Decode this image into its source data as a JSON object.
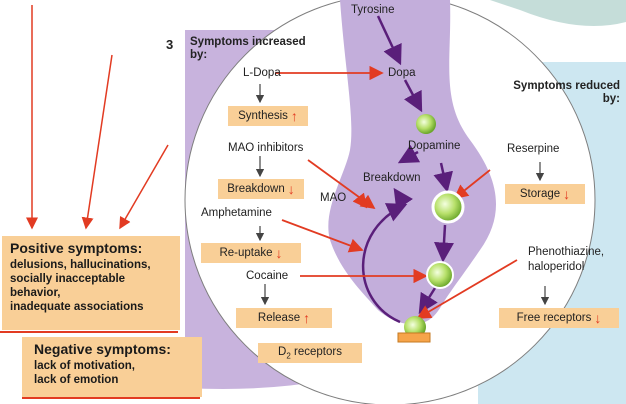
{
  "figure_number": "3",
  "increased_heading": "Symptoms increased by:",
  "reduced_heading": "Symptoms reduced by:",
  "pathway": {
    "tyrosine": "Tyrosine",
    "dopa": "Dopa",
    "dopamine": "Dopamine",
    "breakdown": "Breakdown",
    "mao": "MAO",
    "d2_prefix": "D",
    "d2_subscript": "2",
    "d2_suffix": " receptors"
  },
  "increasers": {
    "ldopa": "L-Dopa",
    "synthesis": "Synthesis",
    "mao_inhibitors": "MAO inhibitors",
    "breakdown": "Breakdown",
    "amphetamine": "Amphetamine",
    "reuptake": "Re-uptake",
    "cocaine": "Cocaine",
    "release": "Release"
  },
  "reducers": {
    "reserpine": "Reserpine",
    "storage": "Storage",
    "phenothiazine_1": "Phenothiazine,",
    "phenothiazine_2": "haloperidol",
    "free_receptors": "Free receptors"
  },
  "arrows": {
    "up": "↑",
    "down": "↓"
  },
  "positive_symptoms": {
    "title": "Positive symptoms:",
    "lines": [
      "delusions, hallucinations,",
      "socially inacceptable",
      "behavior,",
      "inadequate associations"
    ]
  },
  "negative_symptoms": {
    "title": "Negative symptoms:",
    "lines": [
      "lack of motivation,",
      "lack of emotion"
    ]
  },
  "colors": {
    "purple_panel": "#c8b3dd",
    "blue_panel": "#cde7f1",
    "orange_box": "#f9cf97",
    "red_arrow": "#e23b22",
    "purple_arrow": "#5a1f7a",
    "vesicle_green": "#9bd14a"
  }
}
